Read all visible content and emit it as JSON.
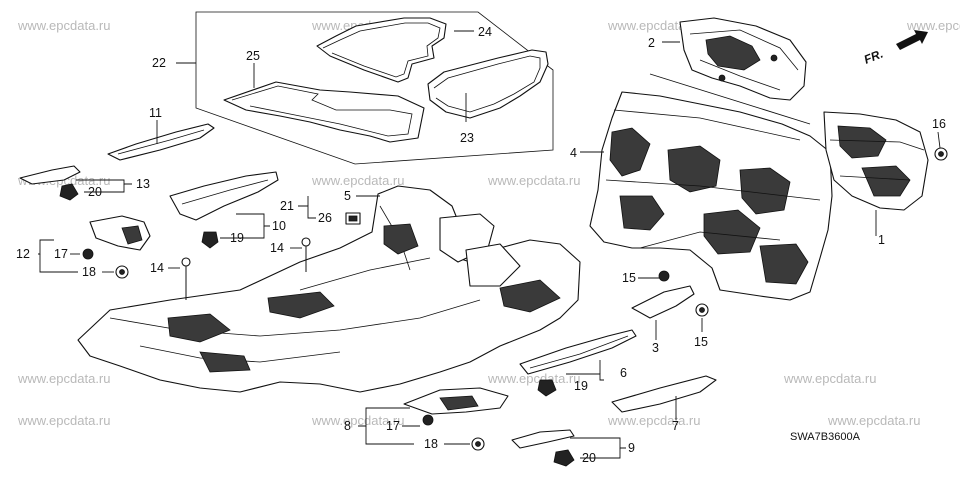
{
  "watermark": "www.epcdata.ru",
  "diagram_code": "SWA7B3600A",
  "direction_label": "FR.",
  "callouts": {
    "c1": "1",
    "c2": "2",
    "c3": "3",
    "c4": "4",
    "c5": "5",
    "c6": "6",
    "c7": "7",
    "c8": "8",
    "c9": "9",
    "c10": "10",
    "c11": "11",
    "c12": "12",
    "c13": "13",
    "c14a": "14",
    "c14b": "14",
    "c15a": "15",
    "c15b": "15",
    "c16": "16",
    "c17a": "17",
    "c17b": "17",
    "c18a": "18",
    "c18b": "18",
    "c19a": "19",
    "c19b": "19",
    "c20a": "20",
    "c20b": "20",
    "c21": "21",
    "c22": "22",
    "c23": "23",
    "c24": "24",
    "c25": "25",
    "c26": "26"
  }
}
